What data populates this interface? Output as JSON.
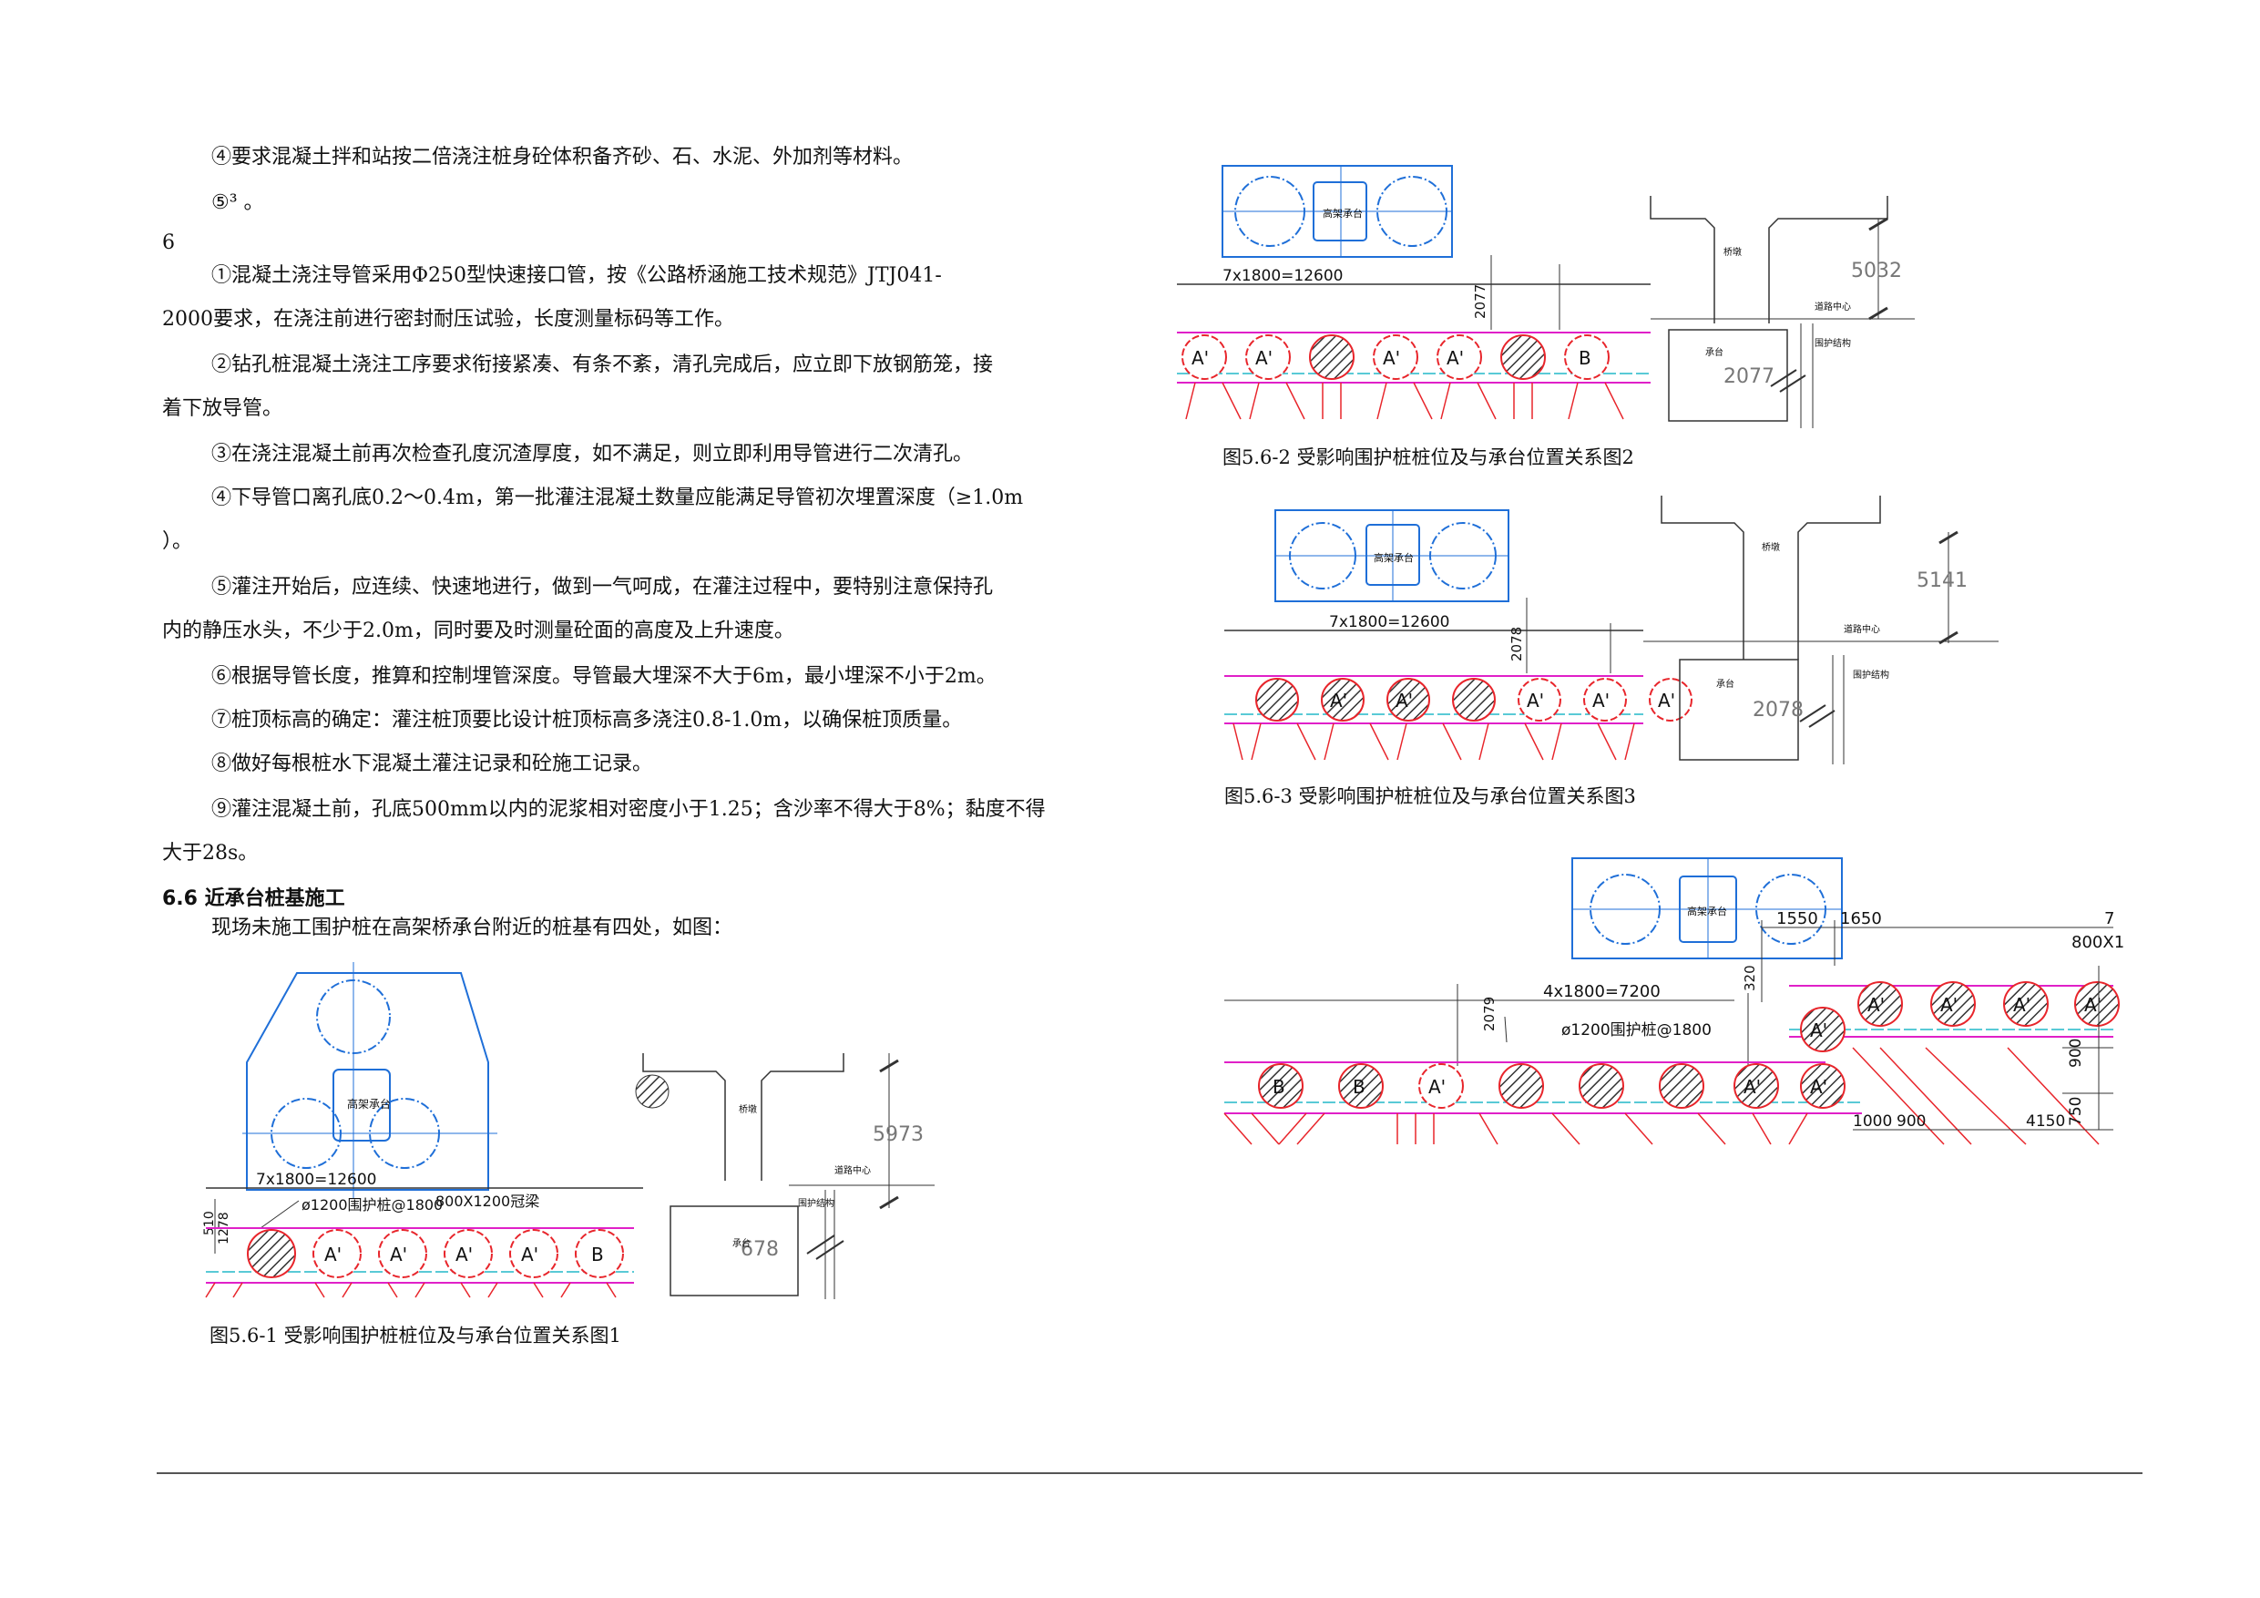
{
  "left_column": {
    "lines": [
      "④要求混凝土拌和站按二倍浇注桩身砼体积备齐砂、石、水泥、外加剂等材料。",
      "⑤³ 。",
      "6",
      "①混凝土浇注导管采用Φ250型快速接口管，按《公路桥涵施工技术规范》JTJ041-",
      "2000要求，在浇注前进行密封耐压试验，长度测量标码等工作。",
      "②钻孔桩混凝土浇注工序要求衔接紧凑、有条不紊，清孔完成后，应立即下放钢筋笼，接",
      "着下放导管。",
      "③在浇注混凝土前再次检查孔度沉渣厚度，如不满足，则立即利用导管进行二次清孔。",
      "④下导管口离孔底0.2～0.4m，第一批灌注混凝土数量应能满足导管初次埋置深度（≥1.0m",
      "）。",
      "⑤灌注开始后，应连续、快速地进行，做到一气呵成，在灌注过程中，要特别注意保持孔",
      "内的静压水头，不少于2.0m，同时要及时测量砼面的高度及上升速度。",
      "⑥根据导管长度，推算和控制埋管深度。导管最大埋深不大于6m，最小埋深不小于2m。",
      "⑦桩顶标高的确定：灌注桩顶要比设计桩顶标高多浇注0.8-1.0m，以确保桩顶质量。",
      "⑧做好每根桩水下混凝土灌注记录和砼施工记录。",
      "⑨灌注混凝土前，孔底500mm以内的泥浆相对密度小于1.25；含沙率不得大于8%；黏度不得",
      "大于28s。"
    ],
    "section_heading": "6.6 近承台桩基施工",
    "intro": "现场未施工围护桩在高架桥承台附近的桩基有四处，如图："
  },
  "figures": {
    "fig1": {
      "caption": "图5.6-1 受影响围护桩桩位及与承台位置关系图1",
      "dim_span": "7x1800=12600",
      "pile_label": "ø1200围护桩@1800",
      "beam_label": "800X1200冠梁",
      "dim_v1": "1278",
      "dim_v2": "510",
      "dim_right_v": "5973",
      "dim_offset": "678",
      "piles": [
        "",
        "A'",
        "A'",
        "A'",
        "A'",
        "B"
      ],
      "cap_label": "高架承台",
      "small_labels": [
        "桥墩",
        "道路中心",
        "围护结构",
        "承台"
      ]
    },
    "fig2": {
      "caption": "图5.6-2 受影响围护桩桩位及与承台位置关系图2",
      "dim_span": "7x1800=12600",
      "dim_v": "2077",
      "dim_right_v": "5032",
      "dim_offset": "2077",
      "piles": [
        "A'",
        "A'",
        "",
        "A'",
        "A'",
        "",
        "B"
      ],
      "cap_label": "高架承台",
      "small_labels": [
        "桥墩",
        "道路中心",
        "围护结构",
        "承台"
      ]
    },
    "fig3": {
      "caption": "图5.6-3 受影响围护桩桩位及与承台位置关系图3",
      "dim_span": "7x1800=12600",
      "dim_v": "2078",
      "dim_right_v": "5141",
      "dim_offset": "2078",
      "piles": [
        "",
        "A'",
        "A'",
        "",
        "A'",
        "A'",
        "A'"
      ],
      "cap_label": "高架承台",
      "small_labels": [
        "桥墩",
        "道路中心",
        "围护结构",
        "承台"
      ]
    },
    "fig4": {
      "dim_span": "4x1800=7200",
      "pile_label": "ø1200围护桩@1800",
      "dim_v": "2079",
      "dim_small": "320",
      "dim_1550": "1550",
      "dim_1650": "1650",
      "dim_top_right_1": "7",
      "dim_top_right_2": "800X1",
      "dim_900v": "900",
      "dim_750": "750",
      "dim_1000": "1000",
      "dim_900h": "900",
      "dim_4150": "4150",
      "piles_bottom": [
        "B",
        "B",
        "A'",
        "",
        "",
        "",
        "A'",
        "A'"
      ],
      "piles_top": [
        "A'",
        "A'",
        "A'",
        "A'",
        "A'"
      ],
      "cap_label": "高架承台"
    }
  },
  "colors": {
    "cad_blue": "#1f6fd8",
    "cad_magenta": "#e020c8",
    "cad_red": "#e8252b",
    "cad_cyan": "#22b8c8",
    "cad_line": "#333333"
  }
}
